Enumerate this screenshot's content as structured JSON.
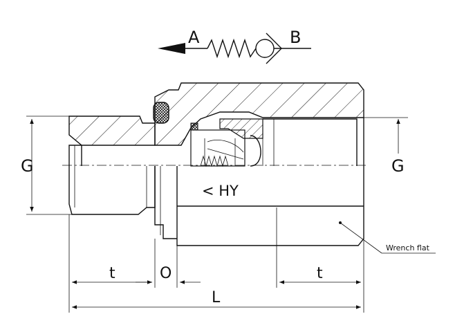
{
  "symbol": {
    "port_a": "A",
    "port_b": "B"
  },
  "labels": {
    "g_left": "G",
    "g_right": "G",
    "marking": "< HY",
    "wrench_flat": "Wrench flat"
  },
  "dimensions": {
    "t_left": "t",
    "o_ring": "O",
    "t_right": "t",
    "length": "L"
  }
}
